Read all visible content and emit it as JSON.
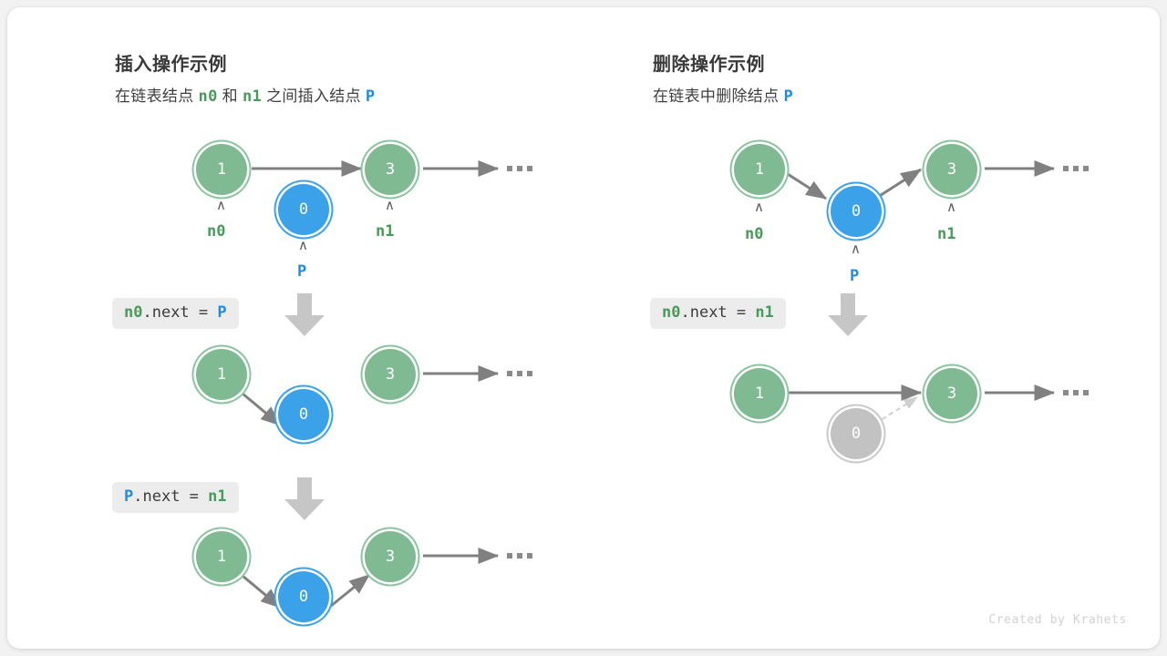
{
  "footer": {
    "credit": "Created by Krahets"
  },
  "colors": {
    "node_green": "#7fba93",
    "node_blue": "#3ba1e8",
    "node_gray": "#c2c2c2",
    "arrow_gray": "#808080",
    "label_green": "#4a9a5c",
    "label_blue": "#1f8ce0",
    "chip_bg": "#ececec",
    "card_bg": "#ffffff",
    "page_bg": "#f2f2f2"
  },
  "panels": {
    "insert": {
      "title": "插入操作示例",
      "subtitle_parts": [
        {
          "text": "在链表结点 ",
          "style": "plain"
        },
        {
          "text": "n0",
          "style": "green"
        },
        {
          "text": " 和 ",
          "style": "plain"
        },
        {
          "text": "n1",
          "style": "green"
        },
        {
          "text": " 之间插入结点 ",
          "style": "plain"
        },
        {
          "text": "P",
          "style": "blue"
        }
      ],
      "steps": [
        {
          "code_parts": [
            {
              "text": "n0",
              "style": "green"
            },
            {
              "text": ".next = ",
              "style": "plain"
            },
            {
              "text": "P",
              "style": "blue"
            }
          ]
        },
        {
          "code_parts": [
            {
              "text": "P",
              "style": "blue"
            },
            {
              "text": ".next = ",
              "style": "plain"
            },
            {
              "text": "n1",
              "style": "green"
            }
          ]
        }
      ],
      "rows": [
        {
          "nodes": [
            {
              "value": "1",
              "color": "green",
              "tag": "n0",
              "tag_color": "green"
            },
            {
              "value": "0",
              "color": "blue",
              "tag": "P",
              "tag_color": "blue"
            },
            {
              "value": "3",
              "color": "green",
              "tag": "n1",
              "tag_color": "green"
            }
          ],
          "ellipsis": true
        },
        {
          "nodes": [
            {
              "value": "1",
              "color": "green"
            },
            {
              "value": "0",
              "color": "blue"
            },
            {
              "value": "3",
              "color": "green"
            }
          ],
          "ellipsis": true
        },
        {
          "nodes": [
            {
              "value": "1",
              "color": "green"
            },
            {
              "value": "0",
              "color": "blue"
            },
            {
              "value": "3",
              "color": "green"
            }
          ],
          "ellipsis": true
        }
      ]
    },
    "delete": {
      "title": "删除操作示例",
      "subtitle_parts": [
        {
          "text": "在链表中删除结点 ",
          "style": "plain"
        },
        {
          "text": "P",
          "style": "blue"
        }
      ],
      "steps": [
        {
          "code_parts": [
            {
              "text": "n0",
              "style": "green"
            },
            {
              "text": ".next = ",
              "style": "plain"
            },
            {
              "text": "n1",
              "style": "green"
            }
          ]
        }
      ],
      "rows": [
        {
          "nodes": [
            {
              "value": "1",
              "color": "green",
              "tag": "n0",
              "tag_color": "green"
            },
            {
              "value": "0",
              "color": "blue",
              "tag": "P",
              "tag_color": "blue"
            },
            {
              "value": "3",
              "color": "green",
              "tag": "n1",
              "tag_color": "green"
            }
          ],
          "ellipsis": true
        },
        {
          "nodes": [
            {
              "value": "1",
              "color": "green"
            },
            {
              "value": "0",
              "color": "gray"
            },
            {
              "value": "3",
              "color": "green"
            }
          ],
          "ellipsis": true
        }
      ]
    }
  }
}
